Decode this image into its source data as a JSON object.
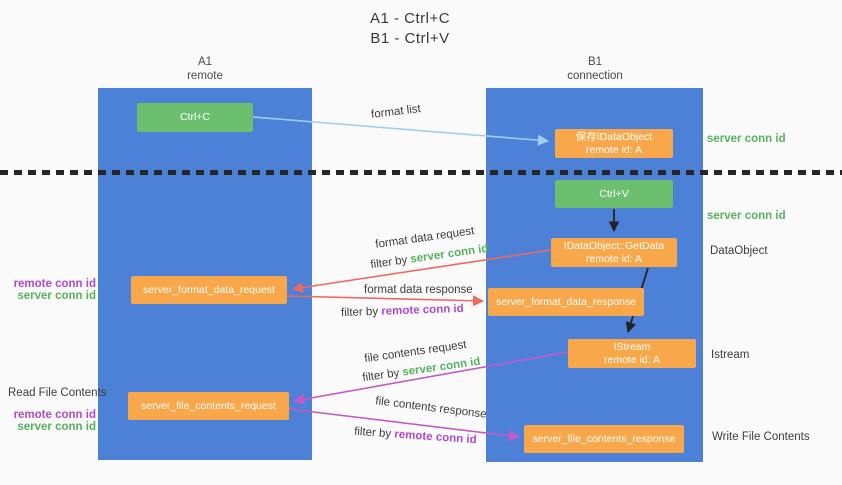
{
  "title": {
    "line1": "A1 - Ctrl+C",
    "line2": "B1 - Ctrl+V"
  },
  "lanes": {
    "left": {
      "name": "A1",
      "subtitle": "remote"
    },
    "right": {
      "name": "B1",
      "subtitle": "connection"
    }
  },
  "nodes": {
    "ctrl_c": {
      "label": "Ctrl+C"
    },
    "save_idataobject": {
      "line1": "保存IDataObject",
      "line2": "remote id: A"
    },
    "ctrl_v": {
      "label": "Ctrl+V"
    },
    "getdata": {
      "line1": "IDataObject::GetData",
      "line2": "remote id: A"
    },
    "format_request": {
      "label": "server_format_data_request"
    },
    "format_response": {
      "label": "server_format_data_response"
    },
    "istream": {
      "line1": "IStream",
      "line2": "remote id: A"
    },
    "file_request": {
      "label": "server_file_contents_request"
    },
    "file_response": {
      "label": "server_file_contents_response"
    }
  },
  "edge_labels": {
    "format_list": "format list",
    "format_data_request": "format data request",
    "format_data_response": "format data response",
    "file_contents_request": "file contents request",
    "file_contents_response": "file contents response",
    "filter_by": "filter by",
    "server_conn_id": "server conn id",
    "remote_conn_id": "remote conn id"
  },
  "side_labels": {
    "server_conn_id_top": "server conn id",
    "server_conn_id_mid": "server conn id",
    "dataobject": "DataObject",
    "istream": "Istream",
    "write_file_contents": "Write File Contents",
    "read_file_contents": "Read File Contents",
    "remote_conn_id": "remote conn id",
    "server_conn_id": "server conn id"
  },
  "colors": {
    "lane_blue": "#4d81d8",
    "node_green": "#6cbf6e",
    "node_orange": "#f8a74a",
    "arrow_blue": "#9fcfee",
    "arrow_red": "#ee6a5f",
    "arrow_magenta": "#c45ac8",
    "arrow_black": "#222222",
    "text_green": "#56b25c",
    "text_purple": "#ad4bcb"
  }
}
